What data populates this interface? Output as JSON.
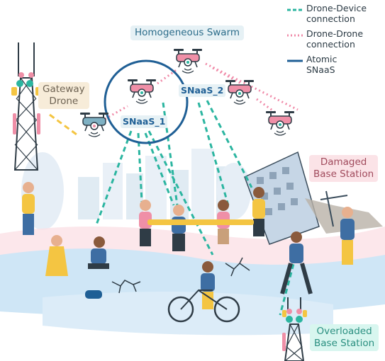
{
  "legend": {
    "drone_device": "Drone-Device connection",
    "drone_device_l1": "Drone-Device",
    "drone_device_l2": "connection",
    "drone_drone_l1": "Drone-Drone",
    "drone_drone_l2": "connection",
    "atomic_l1": "Atomic",
    "atomic_l2": "SNaaS"
  },
  "labels": {
    "homogeneous_swarm": "Homogeneous Swarm",
    "gateway_l1": "Gateway",
    "gateway_l2": "Drone",
    "snaas_1": "SNaaS_1",
    "snaas_2": "SNaaS_2",
    "damaged_l1": "Damaged",
    "damaged_l2": "Base Station",
    "overloaded_l1": "Overloaded",
    "overloaded_l2": "Base Station"
  },
  "colors": {
    "drone_device_line": "#2bb5a0",
    "drone_drone_line": "#f08aa8",
    "atomic_circle": "#1f5f95",
    "drone_body": "#ef8fa7",
    "gateway_drone_body": "#7fb1c3",
    "swarm_label_bg": "#e6f1f5",
    "gateway_label_bg": "#f7ecd9",
    "damaged_label_bg": "#fbe3e7",
    "overloaded_label_bg": "#d8f6ef",
    "snaas_text": "#1f5f95"
  }
}
